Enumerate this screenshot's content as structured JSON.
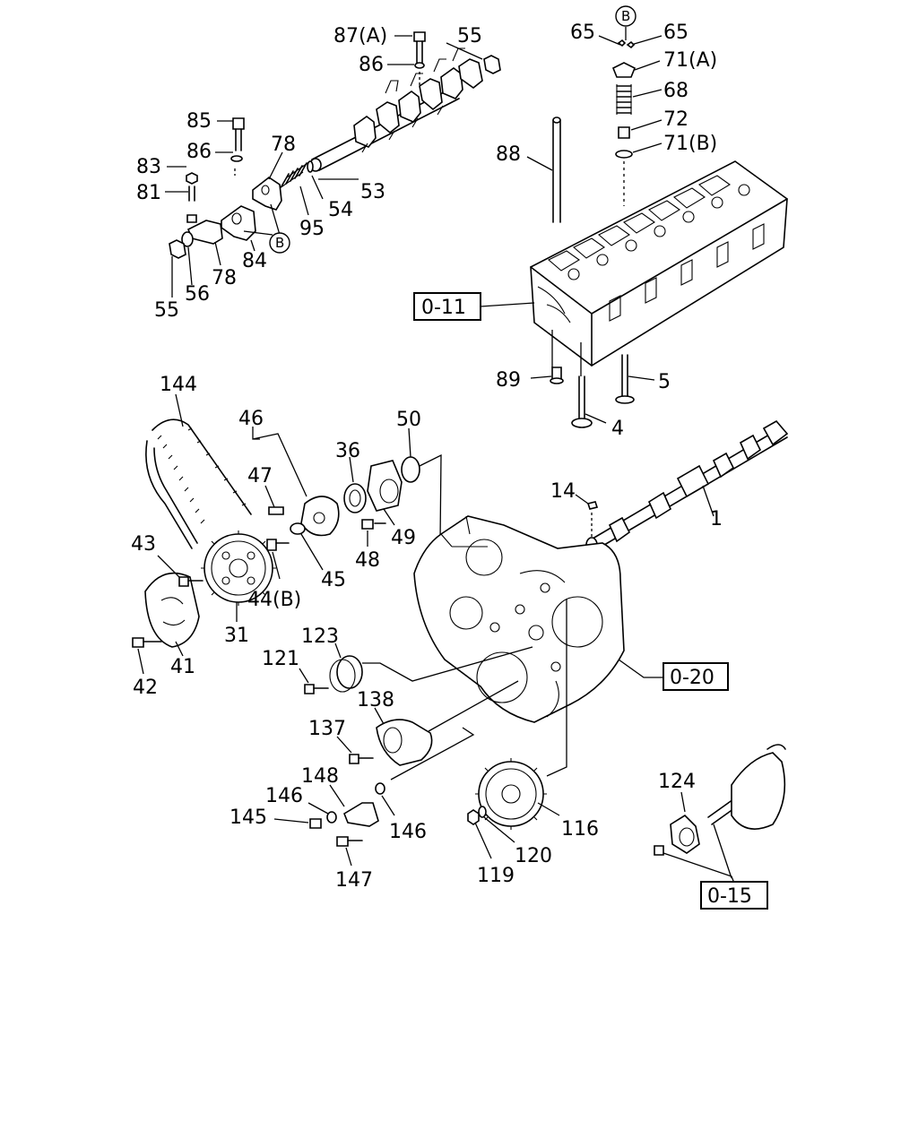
{
  "diagram": {
    "labels": {
      "l87a": "87(A)",
      "l55a": "55",
      "l86a": "86",
      "l85": "85",
      "l86b": "86",
      "l78a": "78",
      "l83": "83",
      "l81": "81",
      "l53": "53",
      "l54": "54",
      "l95": "95",
      "l84": "84",
      "l78b": "78",
      "l55b": "55",
      "l56": "56",
      "l65a": "65",
      "l65b": "65",
      "l71a": "71(A)",
      "l68": "68",
      "l72": "72",
      "l71b": "71(B)",
      "l88": "88",
      "l89": "89",
      "l5": "5",
      "l4": "4",
      "l144": "144",
      "l46": "46",
      "l47": "47",
      "l36": "36",
      "l50": "50",
      "l14": "14",
      "l1": "1",
      "l43": "43",
      "l49": "49",
      "l48": "48",
      "l45": "45",
      "l44b": "44(B)",
      "l31": "31",
      "l42": "42",
      "l41": "41",
      "l123": "123",
      "l121": "121",
      "l138": "138",
      "l137": "137",
      "l148": "148",
      "l146a": "146",
      "l145": "145",
      "l146b": "146",
      "l147": "147",
      "l116": "116",
      "l120": "120",
      "l119": "119",
      "l124": "124"
    },
    "refs": {
      "r011": "0-11",
      "r020": "0-20",
      "r015": "0-15"
    },
    "circle_markers": {
      "b1": "B",
      "b2": "B"
    }
  }
}
